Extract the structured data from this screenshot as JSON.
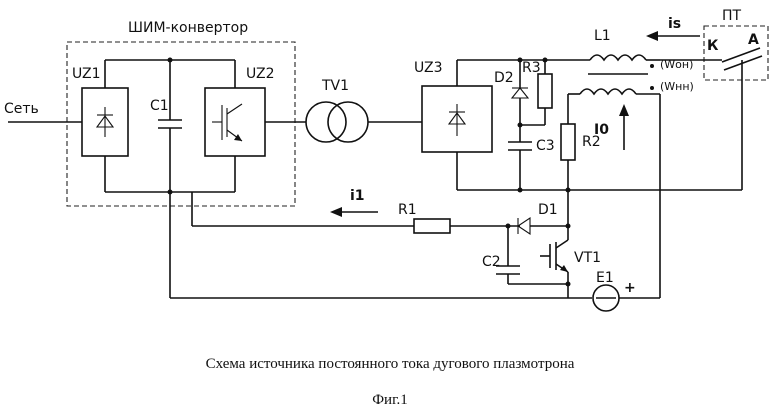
{
  "labels": {
    "pwm_converter": "ШИМ-конвертор",
    "uz1": "UZ1",
    "uz2": "UZ2",
    "uz3": "UZ3",
    "tv1": "TV1",
    "c1": "C1",
    "c2": "C2",
    "c3": "C3",
    "d1": "D1",
    "d2": "D2",
    "r1": "R1",
    "r2": "R2",
    "r3": "R3",
    "l1": "L1",
    "vt1": "VT1",
    "e1": "E1",
    "mains": "Сеть",
    "plasmatron": "ПТ",
    "cathode": "К",
    "anode": "А",
    "current_is": "is",
    "current_i1": "i1",
    "current_i0": "I0",
    "winding_on": "(Wон)",
    "winding_nn": "(Wнн)",
    "plus": "+"
  },
  "caption": {
    "title": "Схема источника постоянного тока дугового плазмотрона",
    "figure": "Фиг.1"
  }
}
